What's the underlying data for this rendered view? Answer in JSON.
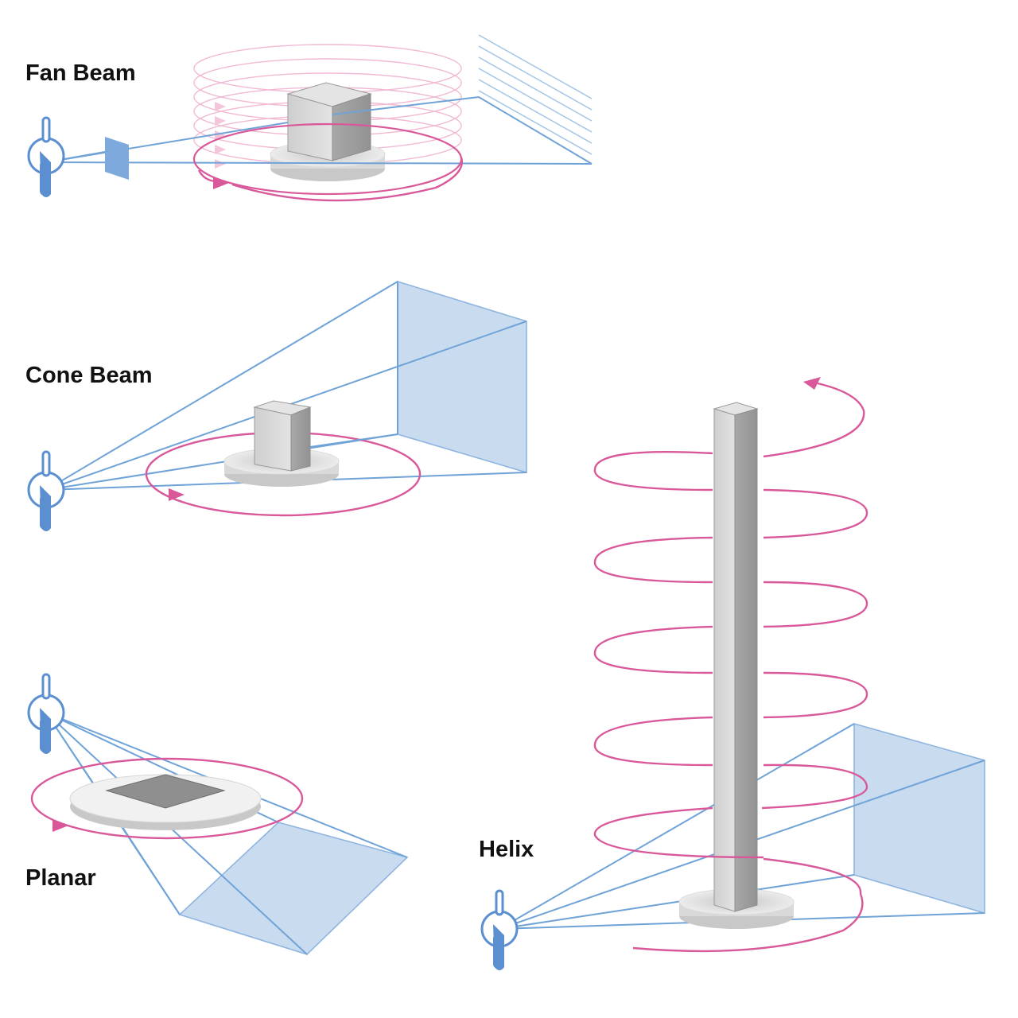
{
  "labels": {
    "fan_beam": "Fan Beam",
    "cone_beam": "Cone Beam",
    "planar": "Planar",
    "helix": "Helix"
  },
  "colors": {
    "beam_line": "#6fa3d8",
    "source_tube": "#5b8fd0",
    "detector_fill": "#c9dcef",
    "detector_edge": "#8fb5df",
    "rotation_path": "#d9589a",
    "object_light": "#d6d6d6",
    "object_mid": "#bdbdbd",
    "object_dark": "#9e9e9e",
    "turntable_top": "#f2f2f2",
    "turntable_side": "#c8c8c8"
  },
  "icons": {
    "xray_source": "xray-source-icon",
    "rotation_arrow": "rotation-arrow-icon"
  }
}
